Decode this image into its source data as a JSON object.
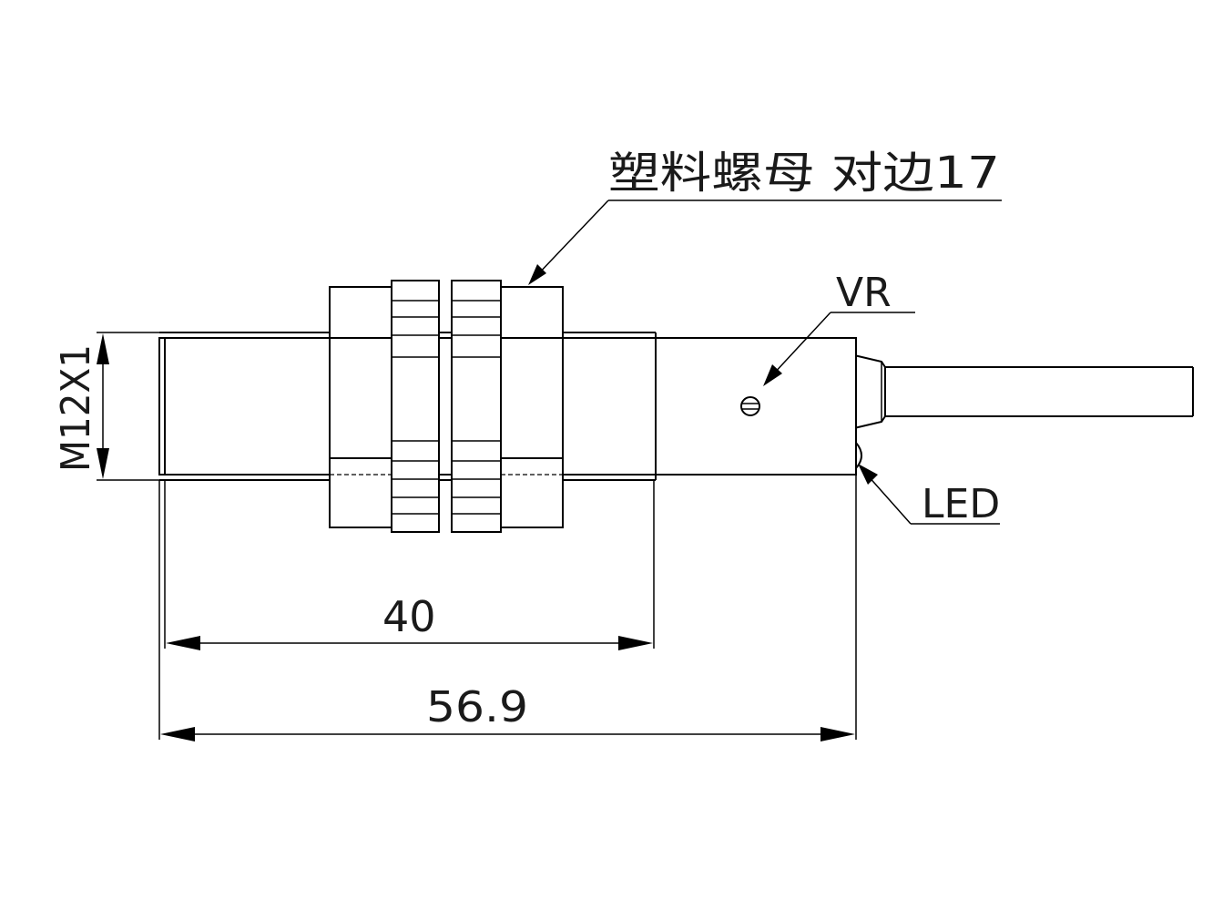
{
  "labels": {
    "nut_note": "塑料螺母  对边17",
    "vr": "VR",
    "led": "LED",
    "thread": "M12X1",
    "dim_thread_length": "40",
    "dim_total_length": "56.9"
  }
}
